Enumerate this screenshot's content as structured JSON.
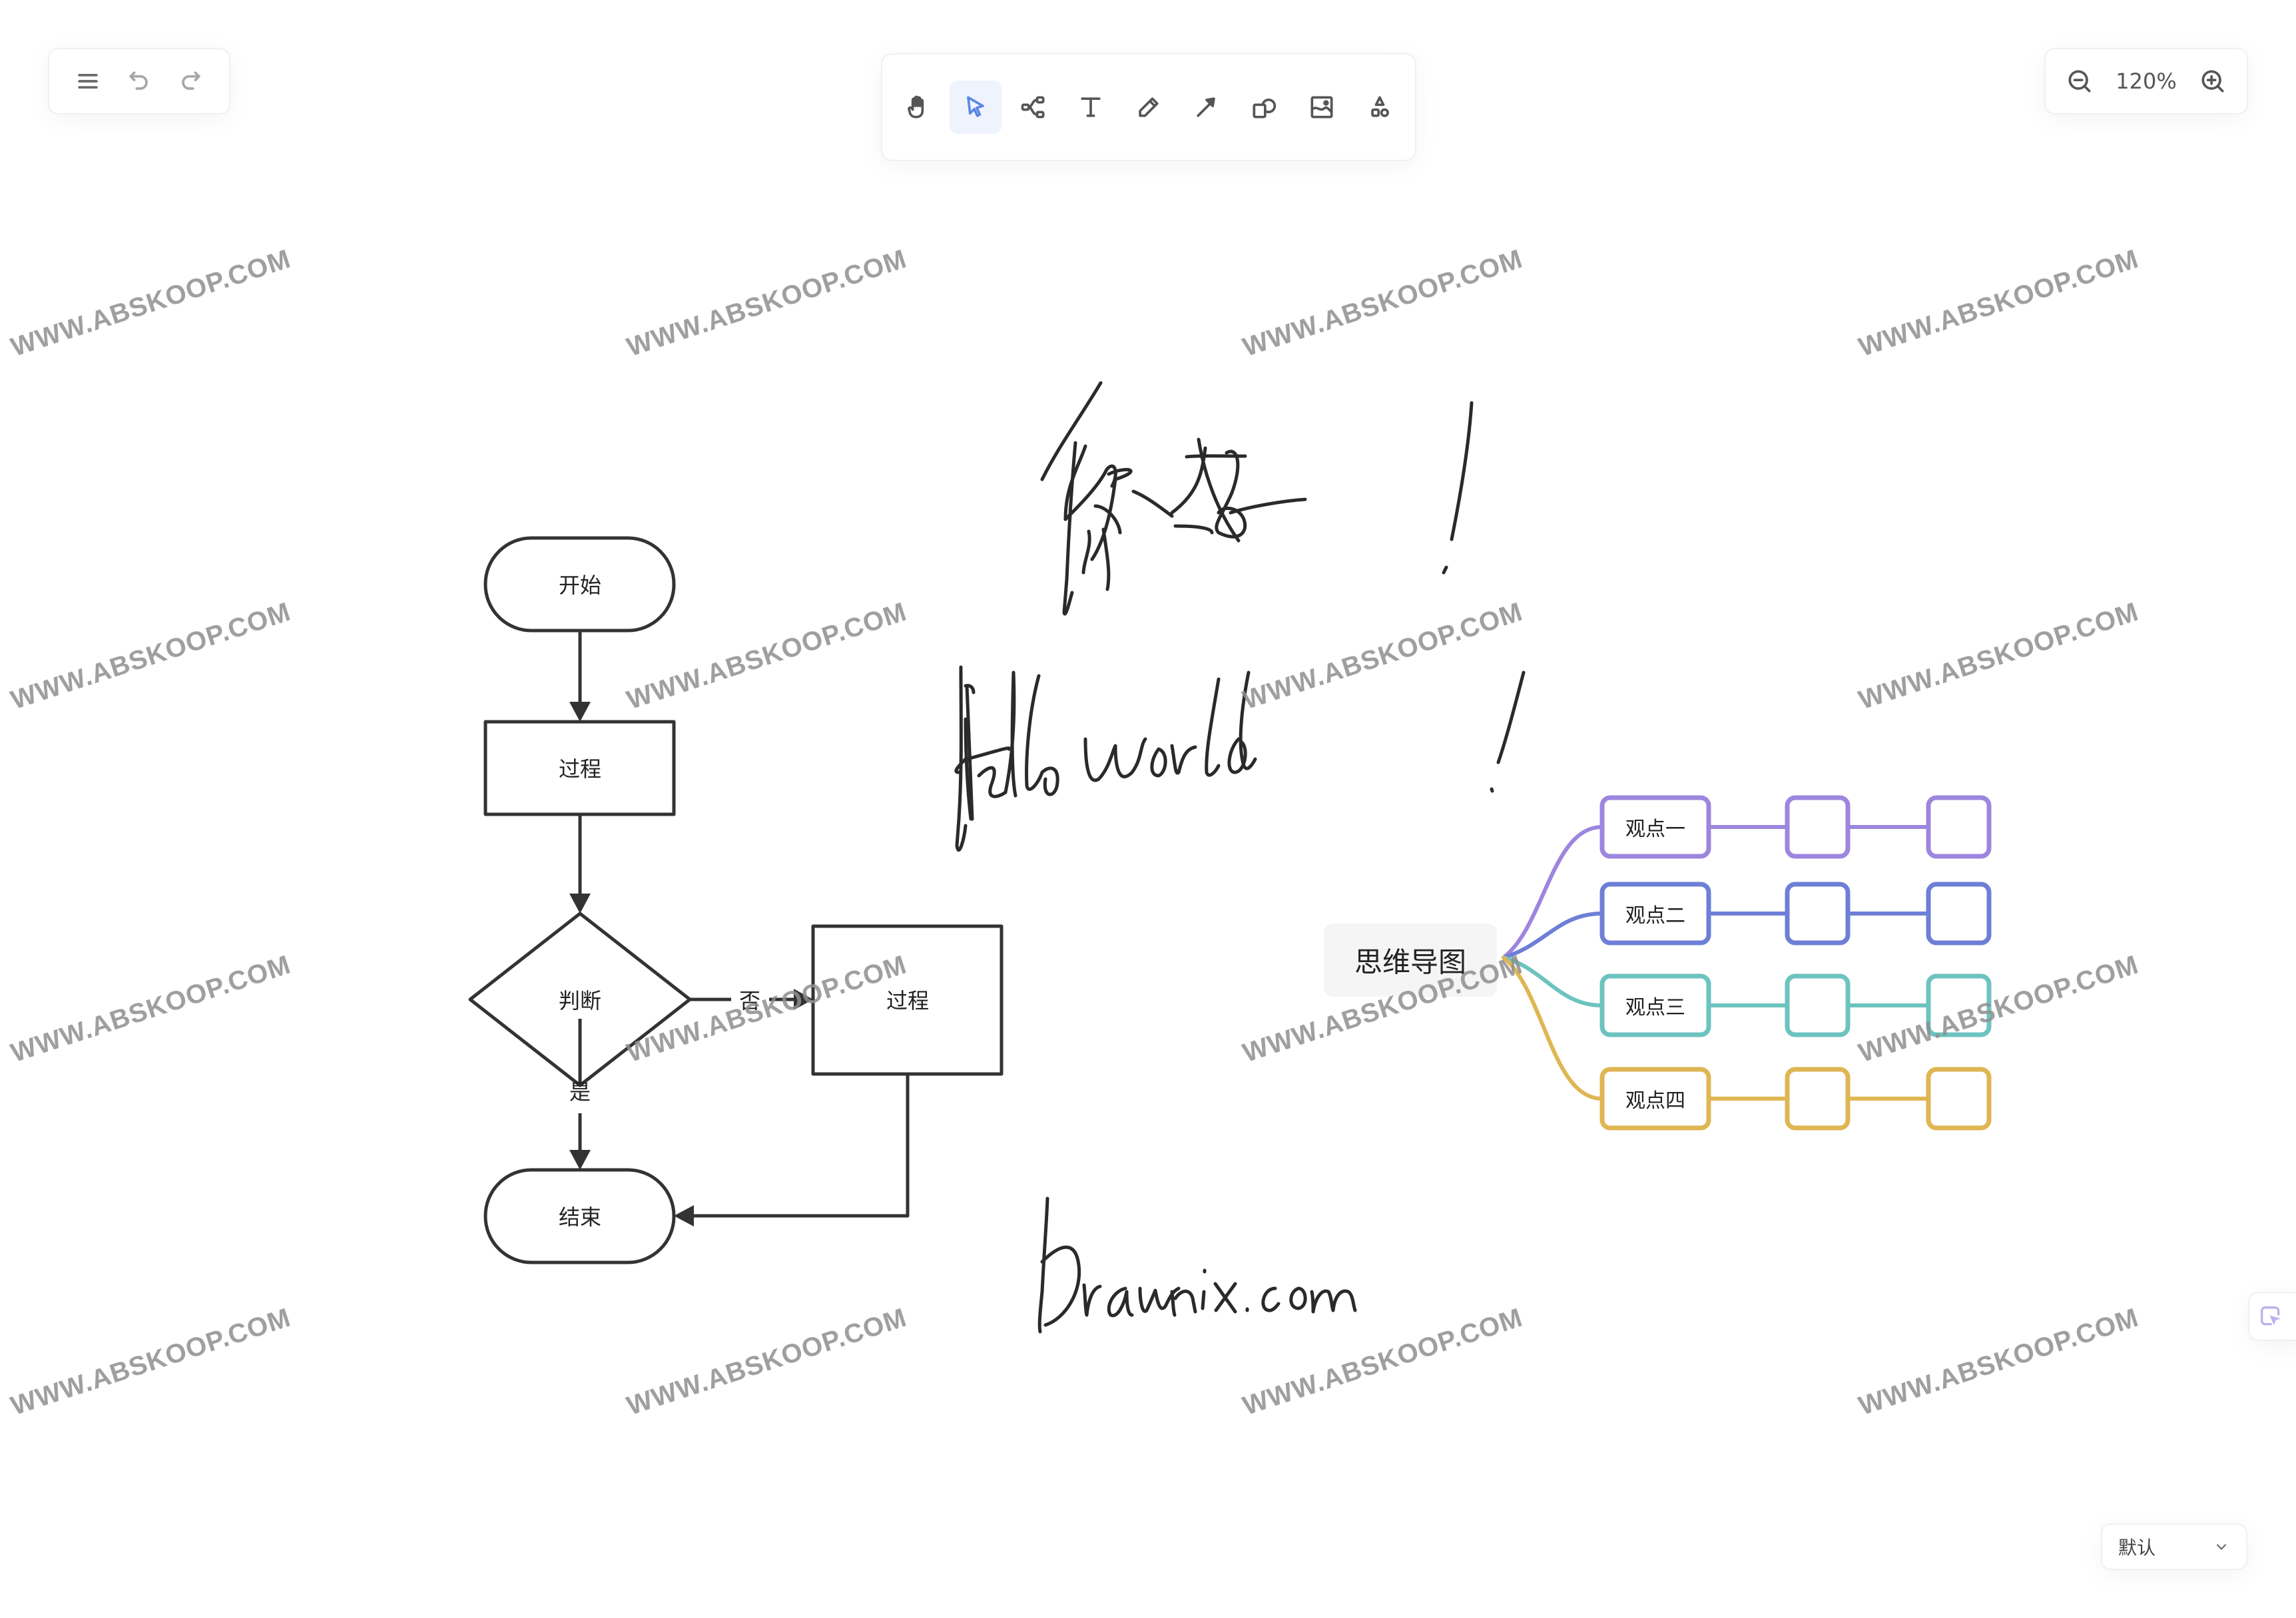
{
  "app_menu": {
    "menu_icon": "hamburger-menu-icon",
    "undo_icon": "undo-icon",
    "redo_icon": "redo-icon"
  },
  "toolbar": {
    "tools": [
      {
        "id": "hand",
        "icon": "hand-icon",
        "label": "Hand"
      },
      {
        "id": "selection",
        "icon": "pointer-icon",
        "label": "Selection",
        "active": true
      },
      {
        "id": "mind",
        "icon": "mind-map-icon",
        "label": "Mind map"
      },
      {
        "id": "text",
        "icon": "text-icon",
        "label": "Text"
      },
      {
        "id": "pen",
        "icon": "pencil-icon",
        "label": "Pen"
      },
      {
        "id": "arrow",
        "icon": "arrow-icon",
        "label": "Arrow"
      },
      {
        "id": "shape",
        "icon": "shape-icon",
        "label": "Shape"
      },
      {
        "id": "image",
        "icon": "image-icon",
        "label": "Image"
      },
      {
        "id": "more",
        "icon": "extra-shapes-icon",
        "label": "More"
      }
    ],
    "active_color": "#5b86e5"
  },
  "zoom": {
    "value": "120%",
    "zoom_out_icon": "zoom-out-icon",
    "zoom_in_icon": "zoom-in-icon"
  },
  "theme": {
    "selected": "默认",
    "chevron_icon": "chevron-down-icon"
  },
  "side_button": {
    "icon": "pointer-square-icon"
  },
  "canvas": {
    "handwriting": [
      {
        "text": "你好!"
      },
      {
        "text": "Hello world!"
      },
      {
        "text": "Drawnix.com"
      }
    ],
    "flowchart": {
      "nodes": [
        {
          "id": "start",
          "shape": "terminal",
          "label": "开始"
        },
        {
          "id": "process1",
          "shape": "rect",
          "label": "过程"
        },
        {
          "id": "decision",
          "shape": "diamond",
          "label": "判断"
        },
        {
          "id": "process2",
          "shape": "rect",
          "label": "过程"
        },
        {
          "id": "end",
          "shape": "terminal",
          "label": "结束"
        }
      ],
      "edges": [
        {
          "from": "start",
          "to": "process1",
          "label": ""
        },
        {
          "from": "process1",
          "to": "decision",
          "label": ""
        },
        {
          "from": "decision",
          "to": "process2",
          "label": "否"
        },
        {
          "from": "decision",
          "to": "end",
          "label": "是"
        },
        {
          "from": "process2",
          "to": "end",
          "label": ""
        }
      ],
      "stroke": "#333333"
    },
    "mindmap": {
      "root": "思维导图",
      "branches": [
        {
          "label": "观点一",
          "color": "#9d86de"
        },
        {
          "label": "观点二",
          "color": "#6d7fd6"
        },
        {
          "label": "观点三",
          "color": "#6cc3bf"
        },
        {
          "label": "观点四",
          "color": "#dfb653"
        }
      ]
    },
    "watermark": "WWW.ABSKOOP.COM"
  }
}
